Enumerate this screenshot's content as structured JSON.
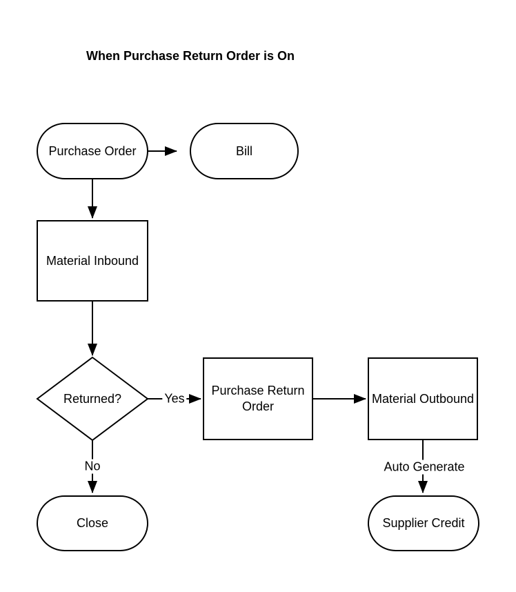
{
  "title": "When Purchase Return Order is On",
  "diagram": {
    "nodes": {
      "purchase_order": {
        "label": "Purchase Order",
        "shape": "terminator"
      },
      "bill": {
        "label": "Bill",
        "shape": "terminator"
      },
      "material_inbound": {
        "label": "Material Inbound",
        "shape": "process"
      },
      "returned": {
        "label": "Returned?",
        "shape": "decision"
      },
      "purchase_return_order": {
        "label": "Purchase Return Order",
        "shape": "process"
      },
      "material_outbound": {
        "label": "Material Outbound",
        "shape": "process"
      },
      "close": {
        "label": "Close",
        "shape": "terminator"
      },
      "supplier_credit": {
        "label": "Supplier Credit",
        "shape": "terminator"
      }
    },
    "edges": [
      {
        "from": "purchase_order",
        "to": "bill",
        "label": ""
      },
      {
        "from": "purchase_order",
        "to": "material_inbound",
        "label": ""
      },
      {
        "from": "material_inbound",
        "to": "returned",
        "label": ""
      },
      {
        "from": "returned",
        "to": "purchase_return_order",
        "label": "Yes"
      },
      {
        "from": "purchase_return_order",
        "to": "material_outbound",
        "label": ""
      },
      {
        "from": "returned",
        "to": "close",
        "label": "No"
      },
      {
        "from": "material_outbound",
        "to": "supplier_credit",
        "label": "Auto Generate"
      }
    ],
    "edge_labels": {
      "yes": "Yes",
      "no": "No",
      "auto_generate": "Auto Generate"
    }
  },
  "colors": {
    "stroke": "#000000",
    "fill": "#ffffff",
    "text": "#000000",
    "background": "#ffffff"
  }
}
